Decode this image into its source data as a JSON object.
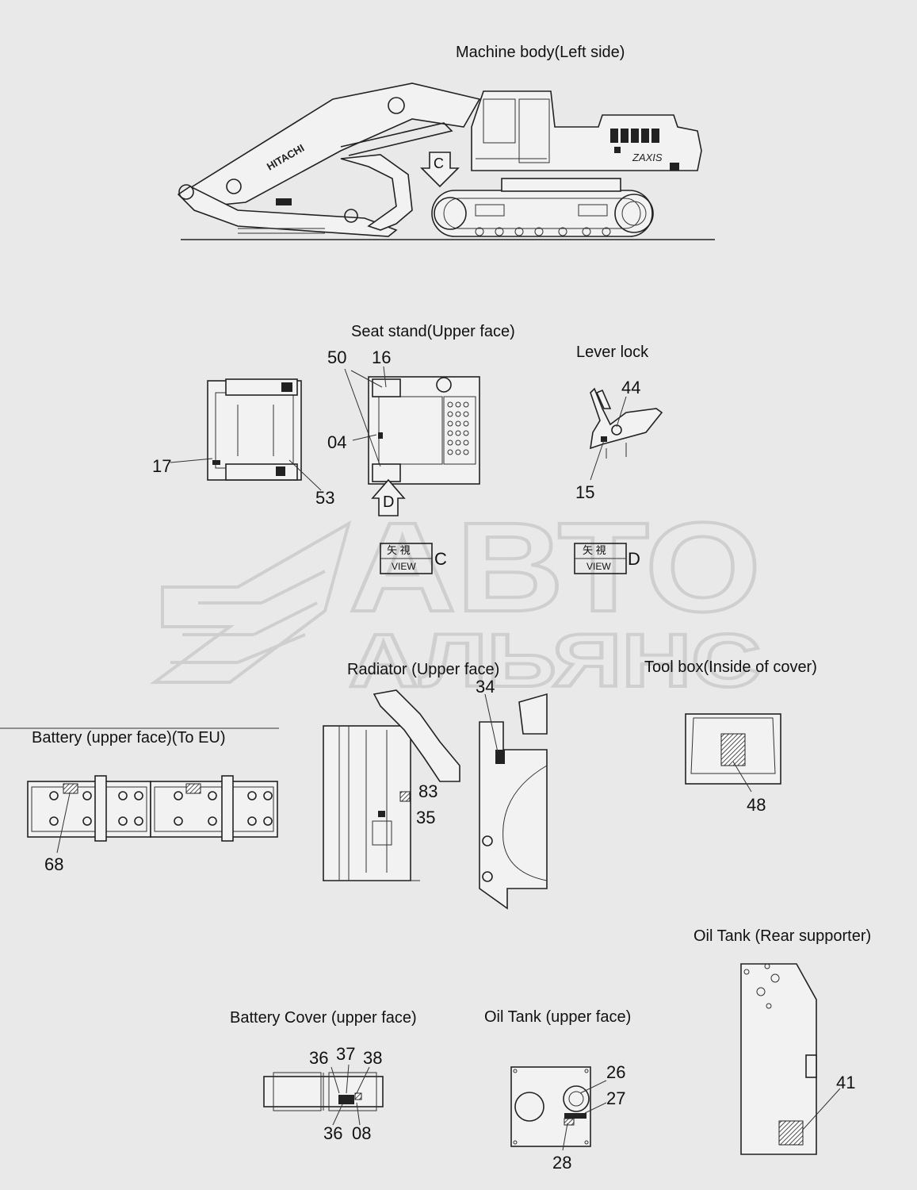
{
  "views": {
    "machine_body": "Machine body(Left side)",
    "seat_stand": "Seat stand(Upper face)",
    "lever_lock": "Lever lock",
    "radiator": "Radiator (Upper face)",
    "tool_box": "Tool box(Inside of cover)",
    "battery_eu": "Battery (upper face)(To EU)",
    "oil_tank_rear": "Oil Tank (Rear supporter)",
    "battery_cover": "Battery Cover (upper face)",
    "oil_tank_upper": "Oil Tank (upper face)"
  },
  "view_markers": {
    "c": "C",
    "d": "D",
    "view_c_kanji": "矢 視",
    "view_c_word": "VIEW",
    "view_c_letter": "C",
    "view_d_kanji": "矢 視",
    "view_d_word": "VIEW",
    "view_d_letter": "D"
  },
  "machine_marks": {
    "brand": "HITACHI",
    "model": "ZAXIS"
  },
  "callouts": {
    "seat_stand": [
      "50",
      "16",
      "04",
      "17",
      "53"
    ],
    "lever_lock": [
      "44",
      "15"
    ],
    "radiator": [
      "34",
      "83",
      "35"
    ],
    "tool_box": [
      "48"
    ],
    "battery_eu": [
      "68"
    ],
    "battery_cover": [
      "36",
      "37",
      "38",
      "36",
      "08"
    ],
    "oil_tank_upper": [
      "26",
      "27",
      "28"
    ],
    "oil_tank_rear": [
      "41"
    ]
  },
  "watermark": {
    "line1": "АВТО",
    "line2": "АЛЬЯНС"
  }
}
